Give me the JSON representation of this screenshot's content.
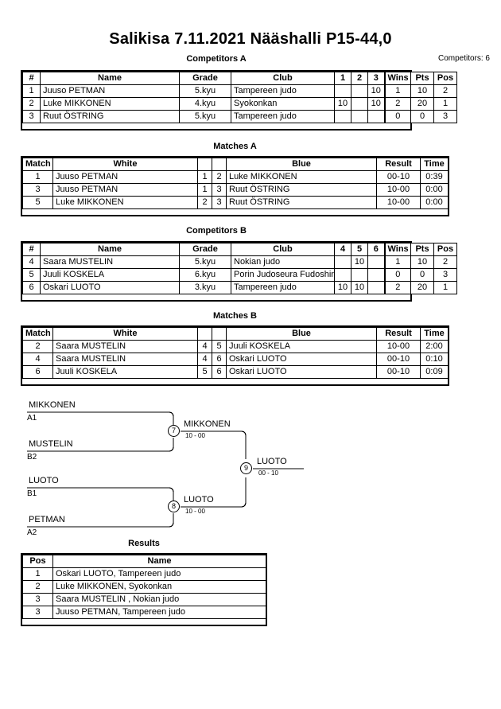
{
  "header": {
    "title": "Salikisa  7.11.2021  Nääshalli   P15-44,0",
    "competitors_label": "Competitors: 6"
  },
  "sections": {
    "competitors_a": "Competitors A",
    "matches_a": "Matches A",
    "competitors_b": "Competitors B",
    "matches_b": "Matches B",
    "results": "Results"
  },
  "pool_headers": {
    "num": "#",
    "name": "Name",
    "grade": "Grade",
    "club": "Club",
    "wins": "Wins",
    "pts": "Pts",
    "pos": "Pos"
  },
  "pool_a": {
    "score_columns": [
      "1",
      "2",
      "3"
    ],
    "rows": [
      {
        "num": "1",
        "name": "Juuso PETMAN",
        "grade": "5.kyu",
        "club": "Tampereen judo",
        "scores": [
          "",
          "",
          "10"
        ],
        "wins": "1",
        "pts": "10",
        "pos": "2"
      },
      {
        "num": "2",
        "name": "Luke MIKKONEN",
        "grade": "4.kyu",
        "club": "Syokonkan",
        "scores": [
          "10",
          "",
          "10"
        ],
        "wins": "2",
        "pts": "20",
        "pos": "1"
      },
      {
        "num": "3",
        "name": "Ruut ÖSTRING",
        "grade": "5.kyu",
        "club": "Tampereen judo",
        "scores": [
          "",
          "",
          ""
        ],
        "wins": "0",
        "pts": "0",
        "pos": "3"
      }
    ]
  },
  "pool_b": {
    "score_columns": [
      "4",
      "5",
      "6"
    ],
    "rows": [
      {
        "num": "4",
        "name": "Saara MUSTELIN",
        "grade": "5.kyu",
        "club": "Nokian judo",
        "scores": [
          "",
          "10",
          ""
        ],
        "wins": "1",
        "pts": "10",
        "pos": "2"
      },
      {
        "num": "5",
        "name": "Juuli KOSKELA",
        "grade": "6.kyu",
        "club": "Porin Judoseura Fudoshin",
        "scores": [
          "",
          "",
          ""
        ],
        "wins": "0",
        "pts": "0",
        "pos": "3"
      },
      {
        "num": "6",
        "name": "Oskari LUOTO",
        "grade": "3.kyu",
        "club": "Tampereen judo",
        "scores": [
          "10",
          "10",
          ""
        ],
        "wins": "2",
        "pts": "20",
        "pos": "1"
      }
    ]
  },
  "match_headers": {
    "match": "Match",
    "white": "White",
    "blue": "Blue",
    "result": "Result",
    "time": "Time"
  },
  "matches_a": {
    "rows": [
      {
        "match": "1",
        "white": "Juuso PETMAN",
        "wnum": "1",
        "bnum": "2",
        "blue": "Luke MIKKONEN",
        "result": "00-10",
        "time": "0:39"
      },
      {
        "match": "3",
        "white": "Juuso PETMAN",
        "wnum": "1",
        "bnum": "3",
        "blue": "Ruut ÖSTRING",
        "result": "10-00",
        "time": "0:00"
      },
      {
        "match": "5",
        "white": "Luke MIKKONEN",
        "wnum": "2",
        "bnum": "3",
        "blue": "Ruut ÖSTRING",
        "result": "10-00",
        "time": "0:00"
      }
    ]
  },
  "matches_b": {
    "rows": [
      {
        "match": "2",
        "white": "Saara MUSTELIN",
        "wnum": "4",
        "bnum": "5",
        "blue": "Juuli KOSKELA",
        "result": "10-00",
        "time": "2:00"
      },
      {
        "match": "4",
        "white": "Saara MUSTELIN",
        "wnum": "4",
        "bnum": "6",
        "blue": "Oskari LUOTO",
        "result": "00-10",
        "time": "0:10"
      },
      {
        "match": "6",
        "white": "Juuli KOSKELA",
        "wnum": "5",
        "bnum": "6",
        "blue": "Oskari LUOTO",
        "result": "00-10",
        "time": "0:09"
      }
    ]
  },
  "bracket": {
    "entrants": [
      {
        "name": "MIKKONEN",
        "seed": "A1"
      },
      {
        "name": "MUSTELIN",
        "seed": "B2"
      },
      {
        "name": "LUOTO",
        "seed": "B1"
      },
      {
        "name": "PETMAN",
        "seed": "A2"
      }
    ],
    "nodes": [
      {
        "number": "7",
        "winner": "MIKKONEN",
        "score": "10 - 00"
      },
      {
        "number": "8",
        "winner": "LUOTO",
        "score": "10 - 00"
      },
      {
        "number": "9",
        "winner": "LUOTO",
        "score": "00 - 10"
      }
    ]
  },
  "results": {
    "headers": {
      "pos": "Pos",
      "name": "Name"
    },
    "rows": [
      {
        "pos": "1",
        "name": "Oskari LUOTO, Tampereen judo"
      },
      {
        "pos": "2",
        "name": "Luke MIKKONEN, Syokonkan"
      },
      {
        "pos": "3",
        "name": "Saara MUSTELIN , Nokian judo"
      },
      {
        "pos": "3",
        "name": "Juuso PETMAN, Tampereen judo"
      }
    ]
  }
}
